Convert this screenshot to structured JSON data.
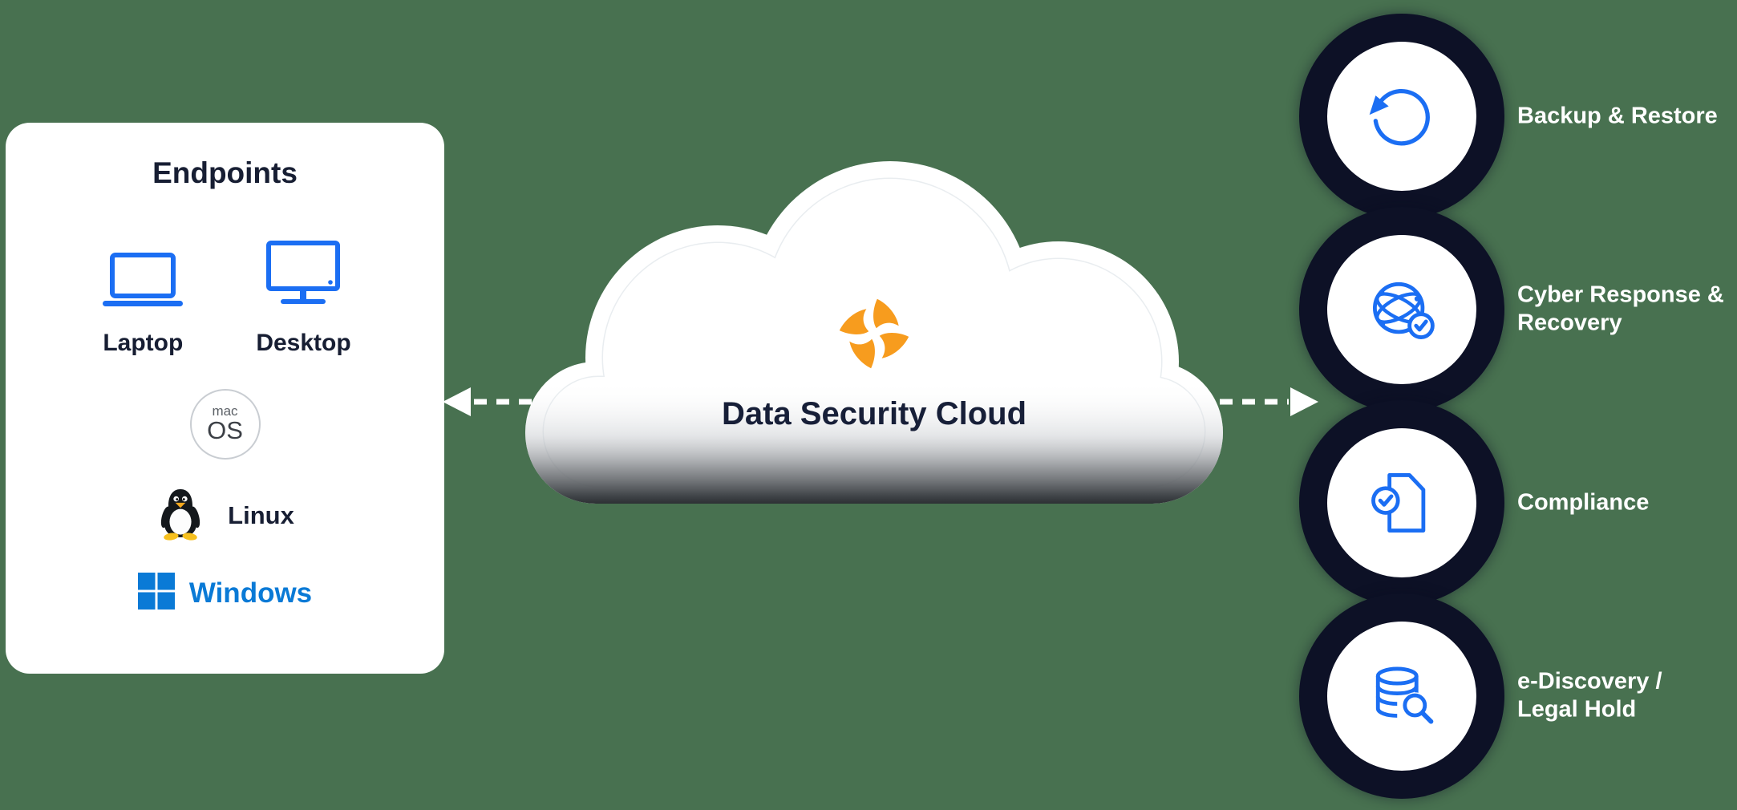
{
  "background_color": "#487150",
  "accent_colors": {
    "icon_blue": "#1B6EF3",
    "windows_blue": "#0A7AD6",
    "logo_orange": "#F79C1E",
    "ring_navy": "#0D1126",
    "text_navy": "#171E33"
  },
  "endpoints_card": {
    "title": "Endpoints",
    "devices": [
      {
        "label": "Laptop",
        "icon": "laptop-icon"
      },
      {
        "label": "Desktop",
        "icon": "desktop-icon"
      }
    ],
    "macos_badge": {
      "line1": "mac",
      "line2": "OS",
      "icon": "macos-badge"
    },
    "linux": {
      "label": "Linux",
      "icon": "tux-penguin-icon"
    },
    "windows": {
      "label": "Windows",
      "icon": "windows-logo-icon"
    }
  },
  "cloud": {
    "title": "Data Security Cloud",
    "logo": "druva-logo-icon"
  },
  "services": [
    {
      "lines": [
        "Backup & Restore"
      ],
      "icon": "restore-arrow-icon"
    },
    {
      "lines": [
        "Cyber Response &",
        "Recovery"
      ],
      "icon": "globe-check-icon"
    },
    {
      "lines": [
        "Compliance"
      ],
      "icon": "document-check-icon"
    },
    {
      "lines": [
        "e-Discovery /",
        "Legal Hold"
      ],
      "icon": "database-search-icon"
    }
  ]
}
